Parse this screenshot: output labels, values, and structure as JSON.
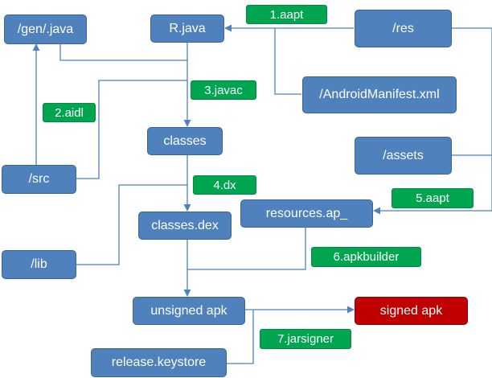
{
  "colors": {
    "node": "#4f81bd",
    "step": "#00a550",
    "signed": "#c00000",
    "line": "#4f81bd"
  },
  "nodes": {
    "gen_java": "/gen/.java",
    "r_java": "R.java",
    "res": "/res",
    "android_manifest": "/AndroidManifest.xml",
    "classes": "classes",
    "assets": "/assets",
    "src": "/src",
    "resources_ap": "resources.ap_",
    "classes_dex": "classes.dex",
    "lib": "/lib",
    "unsigned_apk": "unsigned apk",
    "signed_apk": "signed apk",
    "release_keystore": "release.keystore"
  },
  "steps": {
    "aapt_1": "1.aapt",
    "aidl_2": "2.aidl",
    "javac_3": "3.javac",
    "dx_4": "4.dx",
    "aapt_5": "5.aapt",
    "apkbuilder_6": "6.apkbuilder",
    "jarsigner_7": "7.jarsigner"
  }
}
